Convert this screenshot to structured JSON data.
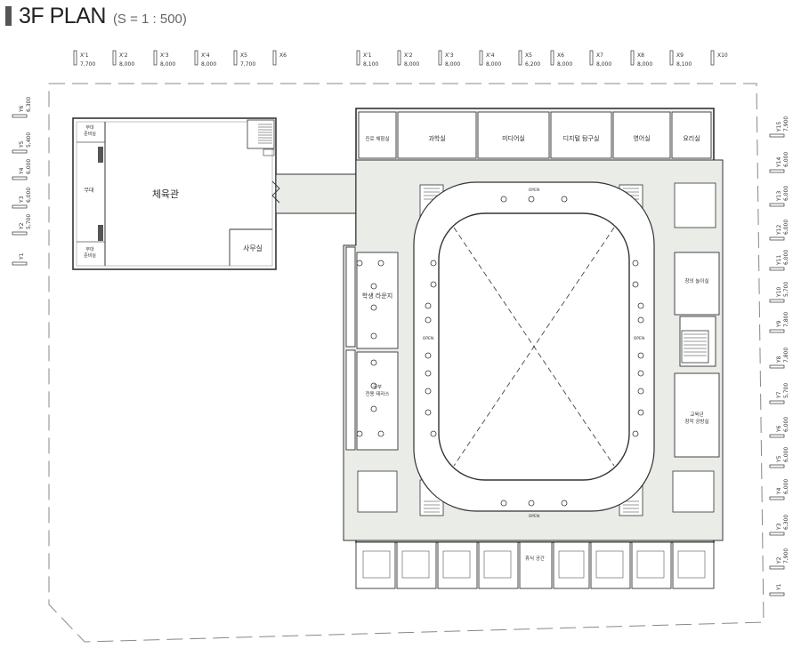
{
  "title": {
    "main": "3F PLAN",
    "scale": "(S = 1 : 500)"
  },
  "grid_x_left": [
    {
      "label": "X'1",
      "dim": "7,700"
    },
    {
      "label": "X'2",
      "dim": "8,000"
    },
    {
      "label": "X'3",
      "dim": "8,000"
    },
    {
      "label": "X'4",
      "dim": "8,000"
    },
    {
      "label": "X5",
      "dim": "7,700"
    },
    {
      "label": "X6",
      "dim": ""
    }
  ],
  "grid_x_right": [
    {
      "label": "X'1",
      "dim": "8,100"
    },
    {
      "label": "X'2",
      "dim": "8,000"
    },
    {
      "label": "X'3",
      "dim": "8,000"
    },
    {
      "label": "X'4",
      "dim": "8,000"
    },
    {
      "label": "X5",
      "dim": "6,200"
    },
    {
      "label": "X6",
      "dim": "8,000"
    },
    {
      "label": "X7",
      "dim": "8,000"
    },
    {
      "label": "X8",
      "dim": "8,000"
    },
    {
      "label": "X9",
      "dim": "8,100"
    },
    {
      "label": "X10",
      "dim": ""
    }
  ],
  "grid_y_left": [
    {
      "label": "Y6",
      "dim": "6,300"
    },
    {
      "label": "Y5",
      "dim": "5,400"
    },
    {
      "label": "Y4",
      "dim": "6,000"
    },
    {
      "label": "Y3",
      "dim": "6,000"
    },
    {
      "label": "Y2",
      "dim": "5,700"
    },
    {
      "label": "Y1",
      "dim": ""
    }
  ],
  "grid_y_right": [
    {
      "label": "Y15",
      "dim": "7,900"
    },
    {
      "label": "Y14",
      "dim": "6,000"
    },
    {
      "label": "Y13",
      "dim": "6,000"
    },
    {
      "label": "Y12",
      "dim": "6,000"
    },
    {
      "label": "Y11",
      "dim": "6,000"
    },
    {
      "label": "Y10",
      "dim": "5,700"
    },
    {
      "label": "Y9",
      "dim": "7,800"
    },
    {
      "label": "Y8",
      "dim": "7,800"
    },
    {
      "label": "Y7",
      "dim": "5,700"
    },
    {
      "label": "Y6",
      "dim": "6,000"
    },
    {
      "label": "Y5",
      "dim": "6,000"
    },
    {
      "label": "Y4",
      "dim": "6,000"
    },
    {
      "label": "Y3",
      "dim": "6,300"
    },
    {
      "label": "Y2",
      "dim": "7,900"
    },
    {
      "label": "Y1",
      "dim": ""
    }
  ],
  "rooms": {
    "gym": "체육관",
    "stage": "무대",
    "stage_prep": "무대\n준비실",
    "office": "사무실",
    "career_exp": "진로 체험실",
    "science": "과학실",
    "media": "미디어실",
    "digital": "디지털 탐구실",
    "english": "영어실",
    "cooking": "요리실",
    "student_lounge": "학생 라운지",
    "study_terrace": "공부\n전용 테라스",
    "creative": "창의 놀이실",
    "teacher": "교육년\n창작 공방실",
    "rest": "휴식 공간",
    "open": "OPEN"
  }
}
